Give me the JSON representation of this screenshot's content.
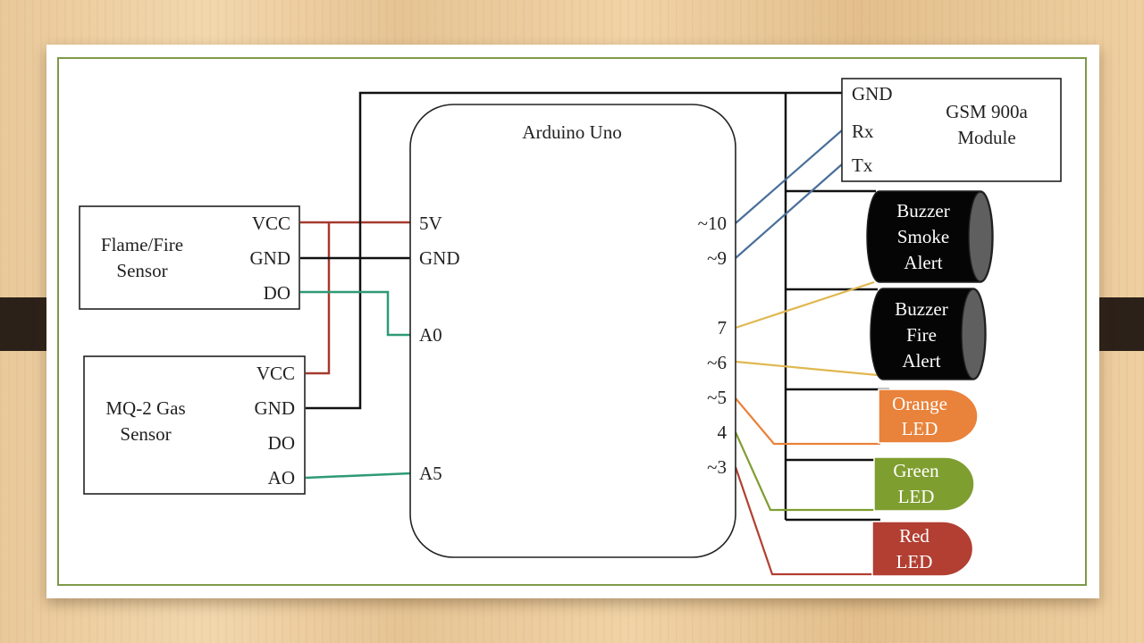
{
  "arduino": {
    "title": "Arduino Uno",
    "left_pins": [
      "5V",
      "GND",
      "A0",
      "A5"
    ],
    "right_pins": [
      "~10",
      "~9",
      "7",
      "~6",
      "~5",
      "4",
      "~3"
    ]
  },
  "flame_sensor": {
    "name_line1": "Flame/Fire",
    "name_line2": "Sensor",
    "pins": [
      "VCC",
      "GND",
      "DO"
    ]
  },
  "gas_sensor": {
    "name_line1": "MQ-2 Gas",
    "name_line2": "Sensor",
    "pins": [
      "VCC",
      "GND",
      "DO",
      "AO"
    ]
  },
  "gsm": {
    "name_line1": "GSM 900a",
    "name_line2": "Module",
    "pins": [
      "GND",
      "Rx",
      "Tx"
    ]
  },
  "buzzer_smoke": {
    "line1": "Buzzer",
    "line2": "Smoke",
    "line3": "Alert"
  },
  "buzzer_fire": {
    "line1": "Buzzer",
    "line2": "Fire",
    "line3": "Alert"
  },
  "led_orange": {
    "line1": "Orange",
    "line2": "LED"
  },
  "led_green": {
    "line1": "Green",
    "line2": "LED"
  },
  "led_red": {
    "line1": "Red",
    "line2": "LED"
  },
  "colors": {
    "power_wire": "#a43a2e",
    "ground_wire": "#111111",
    "digital_wire": "#2e9a74",
    "analog_wire": "#2e9a74",
    "serial_wire": "#4a6f9a",
    "buzzer_wire": "#e0b850",
    "orange_led": "#e9823a",
    "green_led": "#7f9e30",
    "red_led": "#b23f32",
    "frame": "#7d9a47"
  }
}
